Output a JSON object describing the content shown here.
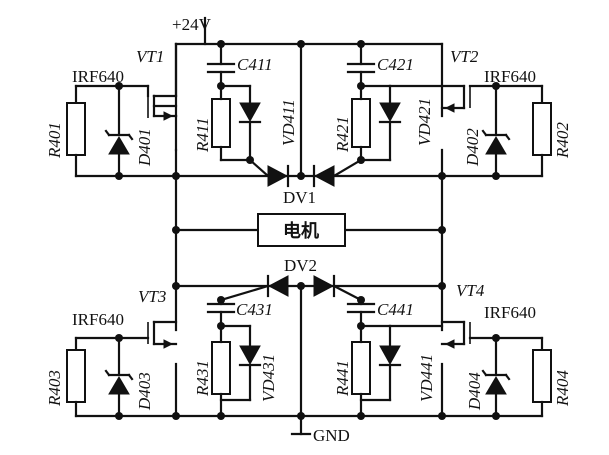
{
  "supply": {
    "label": "+24V"
  },
  "ground": {
    "label": "GND"
  },
  "load": {
    "label": "电机"
  },
  "bridge_diodes": [
    {
      "label": "DV1"
    },
    {
      "label": "DV2"
    }
  ],
  "transistors": [
    {
      "ref": "VT1",
      "part": "IRF640"
    },
    {
      "ref": "VT2",
      "part": "IRF640"
    },
    {
      "ref": "VT3",
      "part": "IRF640"
    },
    {
      "ref": "VT4",
      "part": "IRF640"
    }
  ],
  "gate_resistors": [
    "R401",
    "R402",
    "R403",
    "R404"
  ],
  "zener_diodes": [
    "D401",
    "D402",
    "D403",
    "D404"
  ],
  "snubbers": [
    {
      "capacitor": "C411",
      "resistor": "R411",
      "diode": "VD411"
    },
    {
      "capacitor": "C421",
      "resistor": "R421",
      "diode": "VD421"
    },
    {
      "capacitor": "C431",
      "resistor": "R431",
      "diode": "VD431"
    },
    {
      "capacitor": "C441",
      "resistor": "R441",
      "diode": "VD441"
    }
  ]
}
